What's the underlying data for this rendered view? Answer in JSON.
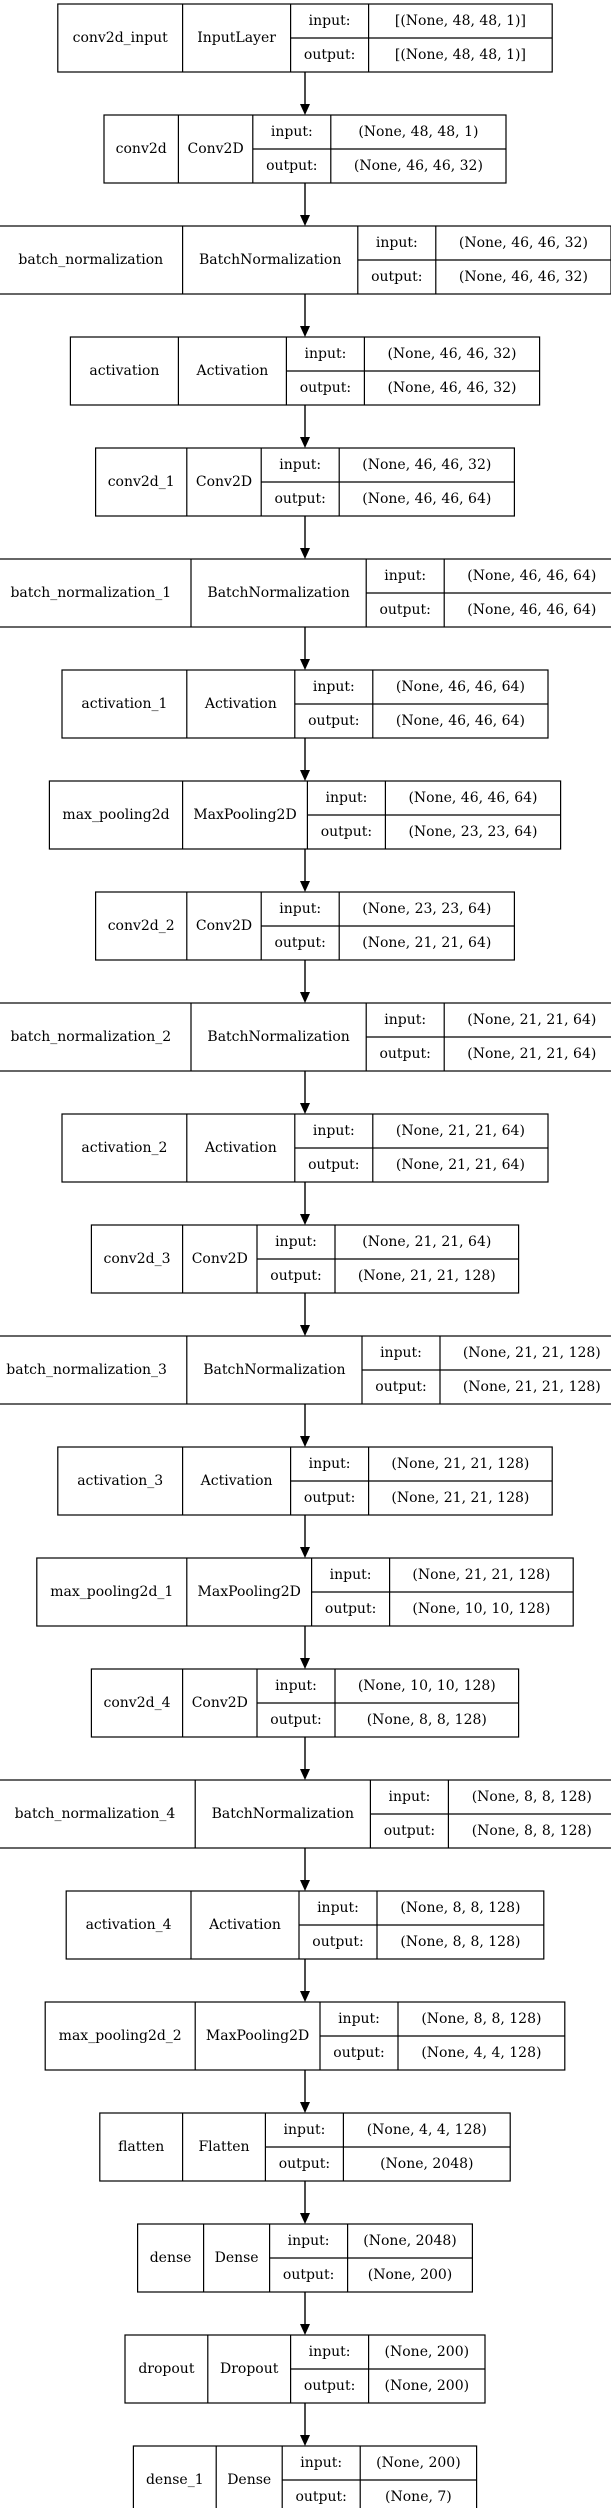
{
  "diagram": {
    "type": "keras-model-plot",
    "layers": [
      {
        "name": "conv2d_input",
        "type": "InputLayer",
        "input": "[(None, 48, 48, 1)]",
        "output": "[(None, 48, 48, 1)]"
      },
      {
        "name": "conv2d",
        "type": "Conv2D",
        "input": "(None, 48, 48, 1)",
        "output": "(None, 46, 46, 32)"
      },
      {
        "name": "batch_normalization",
        "type": "BatchNormalization",
        "input": "(None, 46, 46, 32)",
        "output": "(None, 46, 46, 32)"
      },
      {
        "name": "activation",
        "type": "Activation",
        "input": "(None, 46, 46, 32)",
        "output": "(None, 46, 46, 32)"
      },
      {
        "name": "conv2d_1",
        "type": "Conv2D",
        "input": "(None, 46, 46, 32)",
        "output": "(None, 46, 46, 64)"
      },
      {
        "name": "batch_normalization_1",
        "type": "BatchNormalization",
        "input": "(None, 46, 46, 64)",
        "output": "(None, 46, 46, 64)"
      },
      {
        "name": "activation_1",
        "type": "Activation",
        "input": "(None, 46, 46, 64)",
        "output": "(None, 46, 46, 64)"
      },
      {
        "name": "max_pooling2d",
        "type": "MaxPooling2D",
        "input": "(None, 46, 46, 64)",
        "output": "(None, 23, 23, 64)"
      },
      {
        "name": "conv2d_2",
        "type": "Conv2D",
        "input": "(None, 23, 23, 64)",
        "output": "(None, 21, 21, 64)"
      },
      {
        "name": "batch_normalization_2",
        "type": "BatchNormalization",
        "input": "(None, 21, 21, 64)",
        "output": "(None, 21, 21, 64)"
      },
      {
        "name": "activation_2",
        "type": "Activation",
        "input": "(None, 21, 21, 64)",
        "output": "(None, 21, 21, 64)"
      },
      {
        "name": "conv2d_3",
        "type": "Conv2D",
        "input": "(None, 21, 21, 64)",
        "output": "(None, 21, 21, 128)"
      },
      {
        "name": "batch_normalization_3",
        "type": "BatchNormalization",
        "input": "(None, 21, 21, 128)",
        "output": "(None, 21, 21, 128)"
      },
      {
        "name": "activation_3",
        "type": "Activation",
        "input": "(None, 21, 21, 128)",
        "output": "(None, 21, 21, 128)"
      },
      {
        "name": "max_pooling2d_1",
        "type": "MaxPooling2D",
        "input": "(None, 21, 21, 128)",
        "output": "(None, 10, 10, 128)"
      },
      {
        "name": "conv2d_4",
        "type": "Conv2D",
        "input": "(None, 10, 10, 128)",
        "output": "(None, 8, 8, 128)"
      },
      {
        "name": "batch_normalization_4",
        "type": "BatchNormalization",
        "input": "(None, 8, 8, 128)",
        "output": "(None, 8, 8, 128)"
      },
      {
        "name": "activation_4",
        "type": "Activation",
        "input": "(None, 8, 8, 128)",
        "output": "(None, 8, 8, 128)"
      },
      {
        "name": "max_pooling2d_2",
        "type": "MaxPooling2D",
        "input": "(None, 8, 8, 128)",
        "output": "(None, 4, 4, 128)"
      },
      {
        "name": "flatten",
        "type": "Flatten",
        "input": "(None, 4, 4, 128)",
        "output": "(None, 2048)"
      },
      {
        "name": "dense",
        "type": "Dense",
        "input": "(None, 2048)",
        "output": "(None, 200)"
      },
      {
        "name": "dropout",
        "type": "Dropout",
        "input": "(None, 200)",
        "output": "(None, 200)"
      },
      {
        "name": "dense_1",
        "type": "Dense",
        "input": "(None, 200)",
        "output": "(None, 7)"
      }
    ],
    "port_labels": {
      "input": "input:",
      "output": "output:"
    }
  }
}
